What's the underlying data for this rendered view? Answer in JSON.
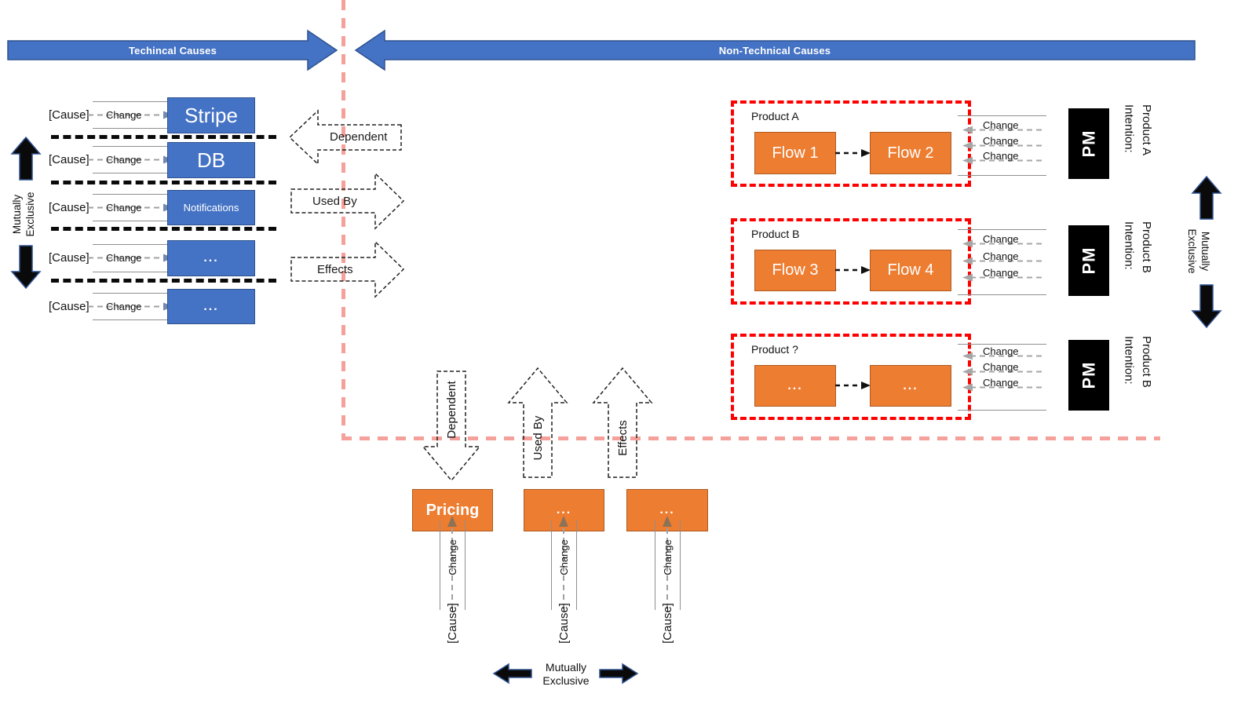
{
  "top": {
    "left_label": "Techincal Causes",
    "right_label": "Non-Technical Causes"
  },
  "left_panel": {
    "me": {
      "line1": "Mutually",
      "line2": "Exclusive"
    },
    "rows": [
      {
        "cause": "[Cause]",
        "change": "Change",
        "target": "Stripe"
      },
      {
        "cause": "[Cause]",
        "change": "Change",
        "target": "DB"
      },
      {
        "cause": "[Cause]",
        "change": "Change",
        "target": "Notifications"
      },
      {
        "cause": "[Cause]",
        "change": "Change",
        "target": "..."
      },
      {
        "cause": "[Cause]",
        "change": "Change",
        "target": "..."
      }
    ]
  },
  "relations_left": {
    "dependent": "Dependent",
    "used_by": "Used By",
    "effects": "Effects"
  },
  "products": [
    {
      "title": "Product A",
      "flow_a": "Flow 1",
      "flow_b": "Flow 2",
      "pm": "PM",
      "intention_line1": "Intention:",
      "intention_line2": "Product A",
      "changes": [
        "Change",
        "Change",
        "Change"
      ]
    },
    {
      "title": "Product B",
      "flow_a": "Flow 3",
      "flow_b": "Flow 4",
      "pm": "PM",
      "intention_line1": "Intention:",
      "intention_line2": "Product B",
      "changes": [
        "Change",
        "Change",
        "Change"
      ]
    },
    {
      "title": "Product ?",
      "flow_a": "...",
      "flow_b": "...",
      "pm": "PM",
      "intention_line1": "Intention:",
      "intention_line2": "Product B",
      "changes": [
        "Change",
        "Change",
        "Change"
      ]
    }
  ],
  "right_me": {
    "line1": "Mutually",
    "line2": "Exclusive"
  },
  "bottom": {
    "relations": {
      "dependent": "Dependent",
      "used_by": "Used By",
      "effects": "Effects"
    },
    "items": [
      {
        "label": "Pricing",
        "change": "Change",
        "cause": "[Cause]"
      },
      {
        "label": "...",
        "change": "Change",
        "cause": "[Cause]"
      },
      {
        "label": "...",
        "change": "Change",
        "cause": "[Cause]"
      }
    ],
    "me": {
      "line1": "Mutually",
      "line2": "Exclusive"
    }
  },
  "colors": {
    "blue": "#4472C4",
    "blue_border": "#2F528F",
    "orange": "#ED7D31",
    "orange_border": "#AE5A21",
    "red": "#FF0000",
    "pink": "#F5A09A",
    "gray": "#A6A6A6",
    "black": "#000000"
  }
}
